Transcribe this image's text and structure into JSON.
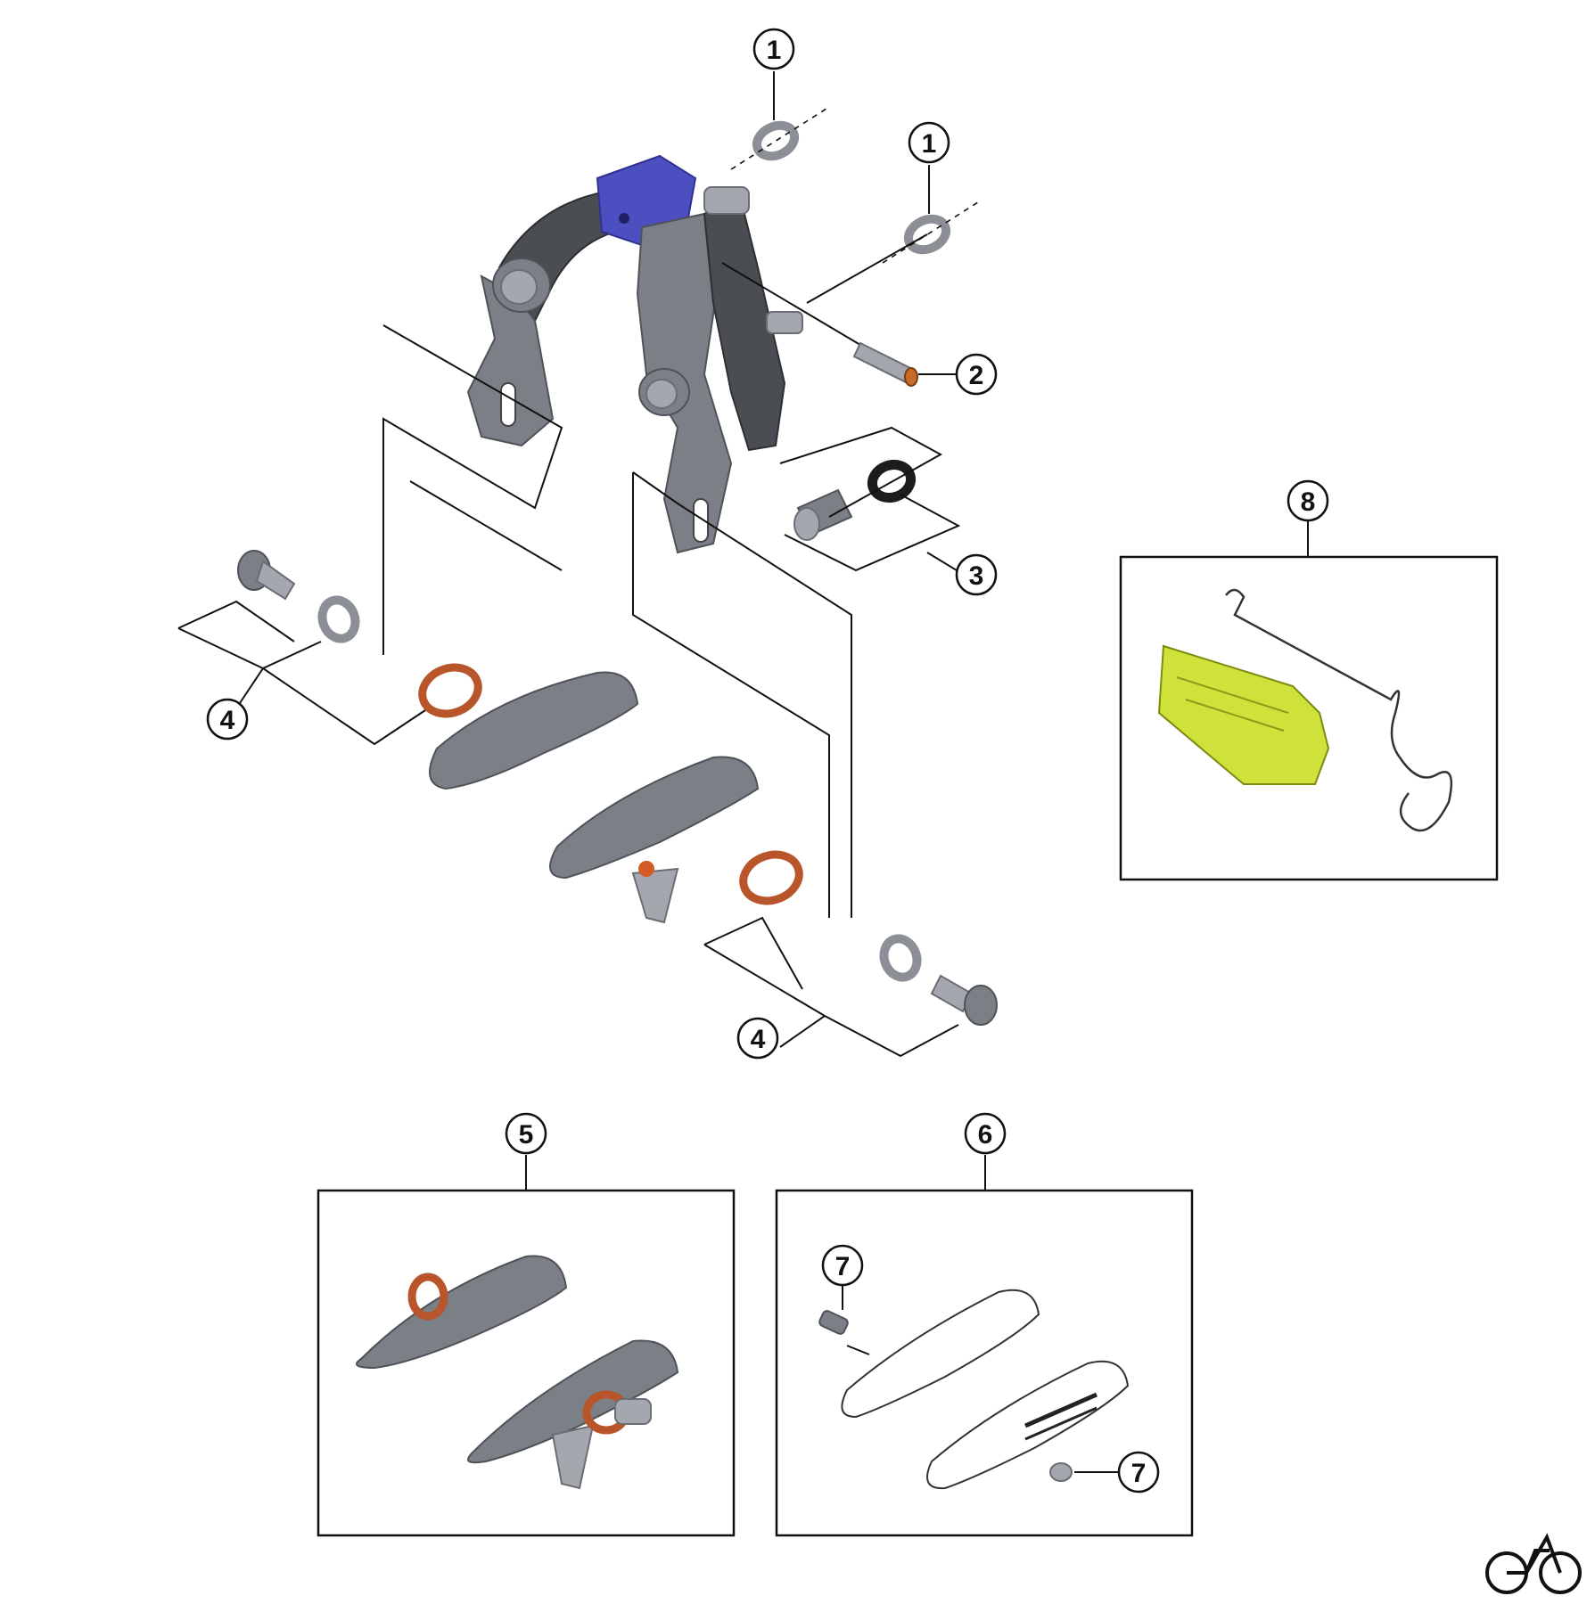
{
  "diagram_type": "exploded parts diagram",
  "callouts": [
    {
      "id": "callout-1a",
      "label": "1"
    },
    {
      "id": "callout-1b",
      "label": "1"
    },
    {
      "id": "callout-2",
      "label": "2"
    },
    {
      "id": "callout-3",
      "label": "3"
    },
    {
      "id": "callout-4a",
      "label": "4"
    },
    {
      "id": "callout-4b",
      "label": "4"
    },
    {
      "id": "callout-5",
      "label": "5"
    },
    {
      "id": "callout-6",
      "label": "6"
    },
    {
      "id": "callout-7a",
      "label": "7"
    },
    {
      "id": "callout-7b",
      "label": "7"
    },
    {
      "id": "callout-8",
      "label": "8"
    }
  ],
  "icons": {
    "logo": "bicycle-logo-icon"
  },
  "colors": {
    "shim_orange": "#b8552a",
    "caliper_blue": "#4b4fc0",
    "spring_plate_yellow": "#cfe23a"
  }
}
